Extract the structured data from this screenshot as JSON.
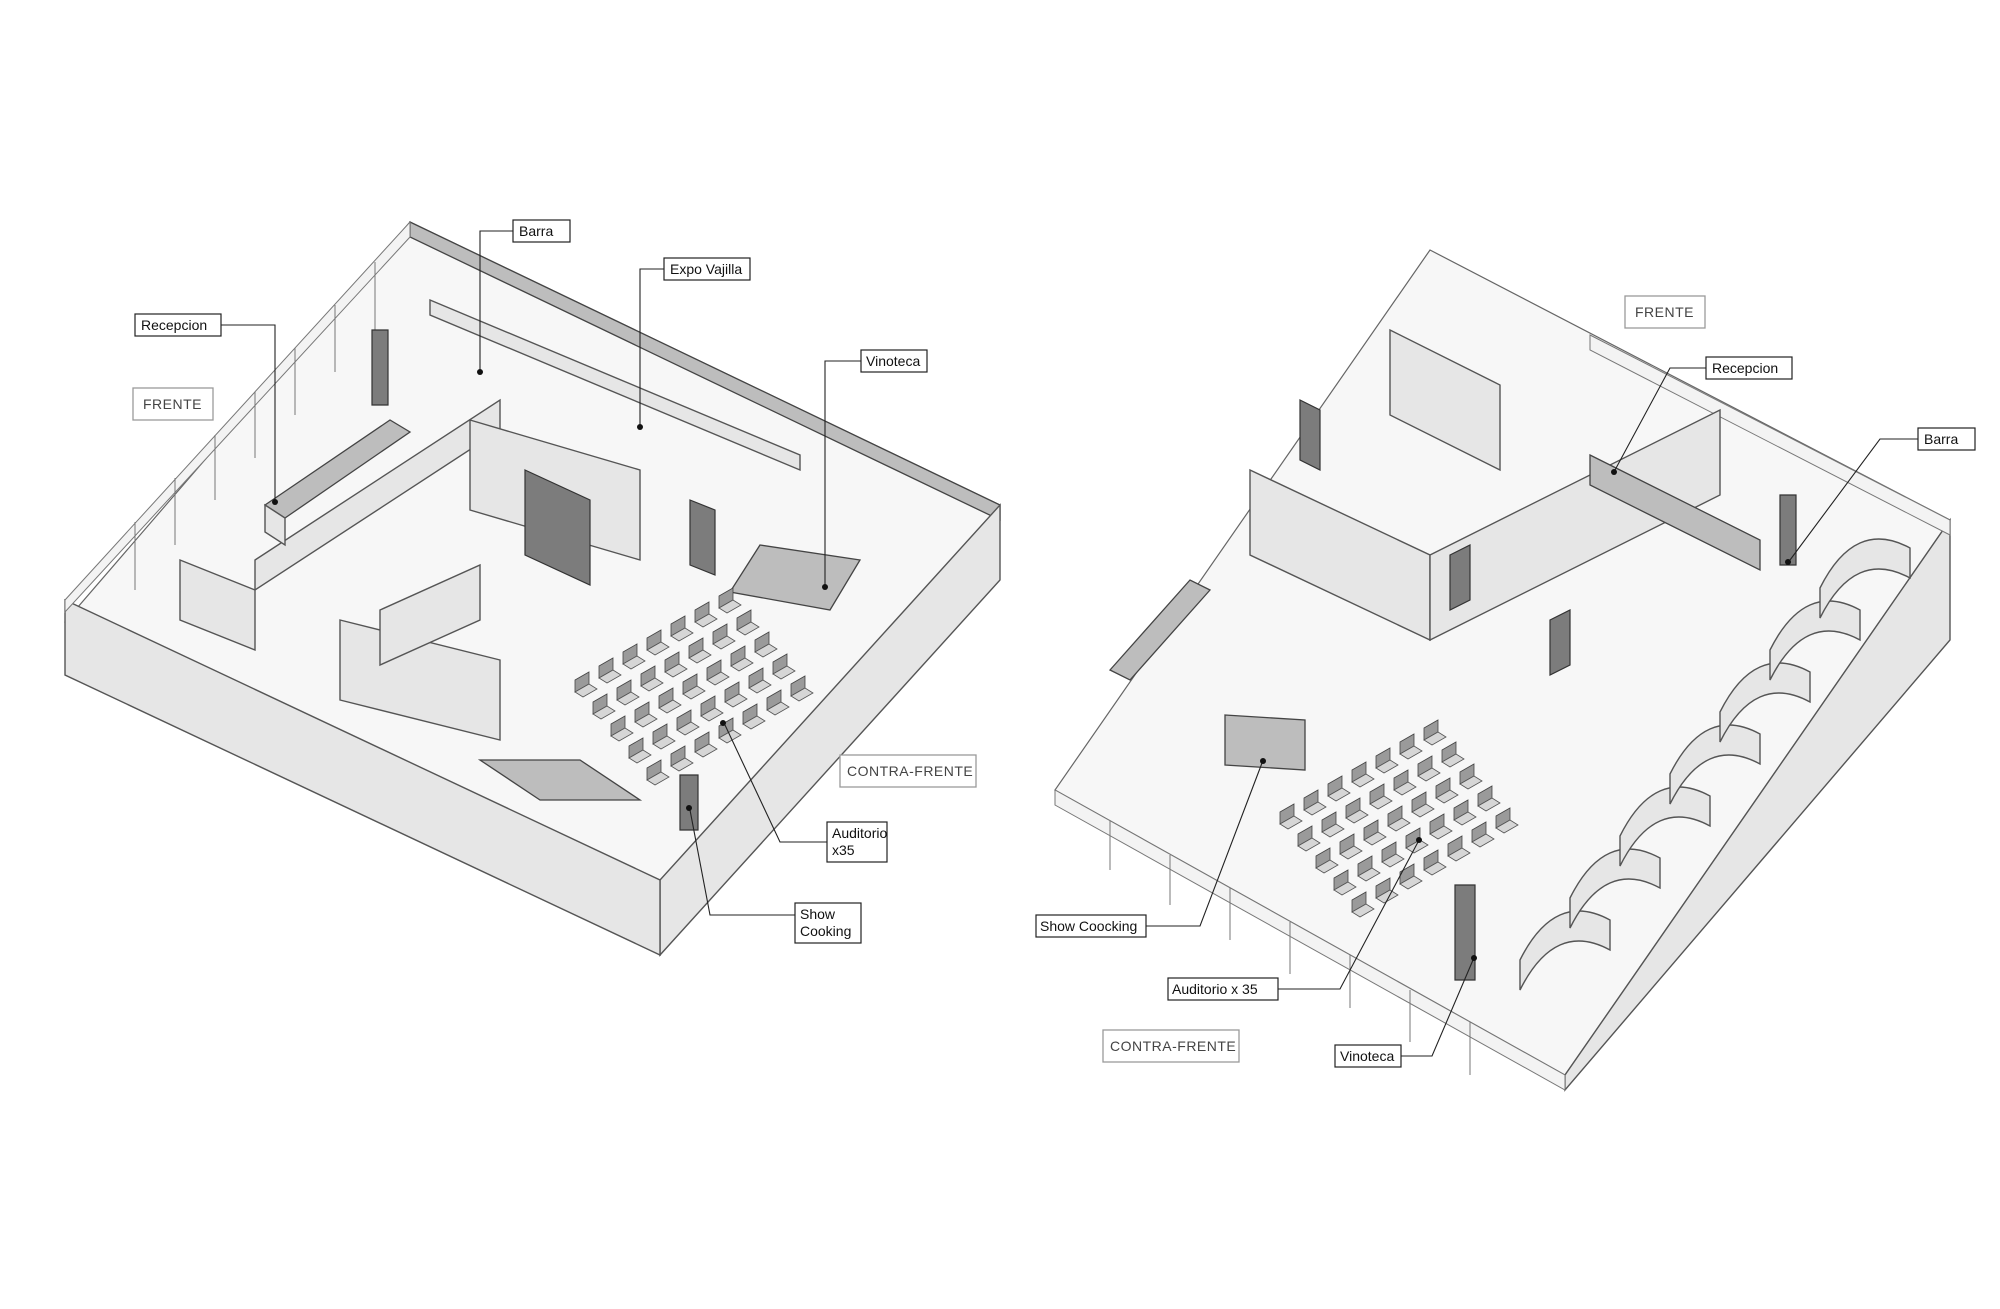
{
  "left_plan": {
    "labels": {
      "barra": "Barra",
      "expo_vajilla": "Expo Vajilla",
      "recepcion": "Recepcion",
      "vinoteca": "Vinoteca",
      "auditorio": "Auditorio",
      "auditorio_count": "x35",
      "show_cooking_1": "Show",
      "show_cooking_2": "Cooking"
    },
    "captions": {
      "frente": "FRENTE",
      "contra_frente": "CONTRA-FRENTE"
    },
    "auditorium_seats": 35
  },
  "right_plan": {
    "labels": {
      "recepcion": "Recepcion",
      "barra": "Barra",
      "show_cooking": "Show Coocking",
      "auditorio": "Auditorio x 35",
      "vinoteca": "Vinoteca"
    },
    "captions": {
      "frente": "FRENTE",
      "contra_frente": "CONTRA-FRENTE"
    },
    "auditorium_seats": 35
  },
  "colors": {
    "line": "#333333",
    "wall_light": "#e6e6e6",
    "wall_mid": "#bdbdbd",
    "wall_dark": "#7c7c7c",
    "caption_text": "#444444"
  }
}
